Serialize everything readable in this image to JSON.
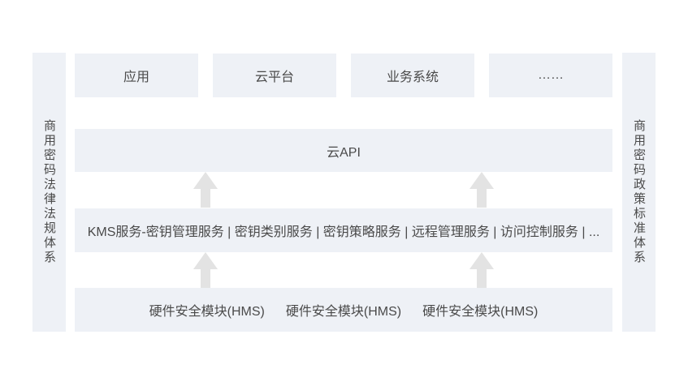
{
  "colors": {
    "background": "#ffffff",
    "box_fill": "#eef1f6",
    "text": "#4a4a4a",
    "arrow": "#e3e3e3"
  },
  "diagram": {
    "left_pillar": "商用密码法律法规体系",
    "right_pillar": "商用密码政策标准体系",
    "top_boxes": [
      "应用",
      "云平台",
      "业务系统",
      "……"
    ],
    "api_layer": "云API",
    "kms_layer": "KMS服务-密钥管理服务 | 密钥类别服务 | 密钥策略服务 | 远程管理服务 | 访问控制服务 | ...",
    "hms_modules": [
      "硬件安全模块(HMS)",
      "硬件安全模块(HMS)",
      "硬件安全模块(HMS)"
    ]
  }
}
